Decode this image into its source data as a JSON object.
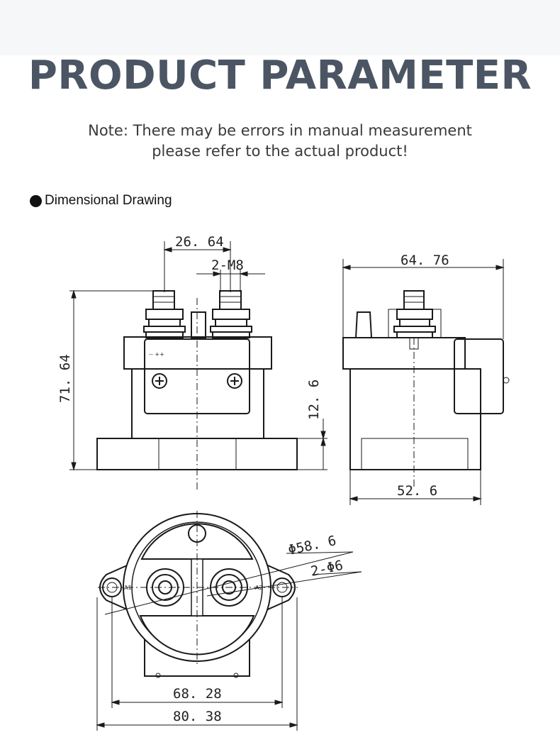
{
  "header": {
    "title": "PRODUCT PARAMETER",
    "note_line1": "Note: There may be errors in manual measurement",
    "note_line2": "please refer to the actual product!"
  },
  "section": {
    "label": "Dimensional Drawing"
  },
  "front_view": {
    "dim_terminal_spacing": "26. 64",
    "dim_thread": "2-M8",
    "dim_height": "71. 64",
    "dim_base": "12. 6",
    "polarity_label": "-- ++"
  },
  "side_view": {
    "dim_total_width": "64. 76",
    "dim_body_width": "52. 6"
  },
  "bottom_view": {
    "dim_diameter": "Φ58. 6",
    "dim_holes": "2-Φ6",
    "dim_hole_spacing": "68. 28",
    "dim_overall": "80. 38",
    "terminal_label_left": "A1",
    "terminal_label_right": "A2"
  },
  "colors": {
    "title": "#4b5563",
    "line": "#1a1a1a"
  }
}
